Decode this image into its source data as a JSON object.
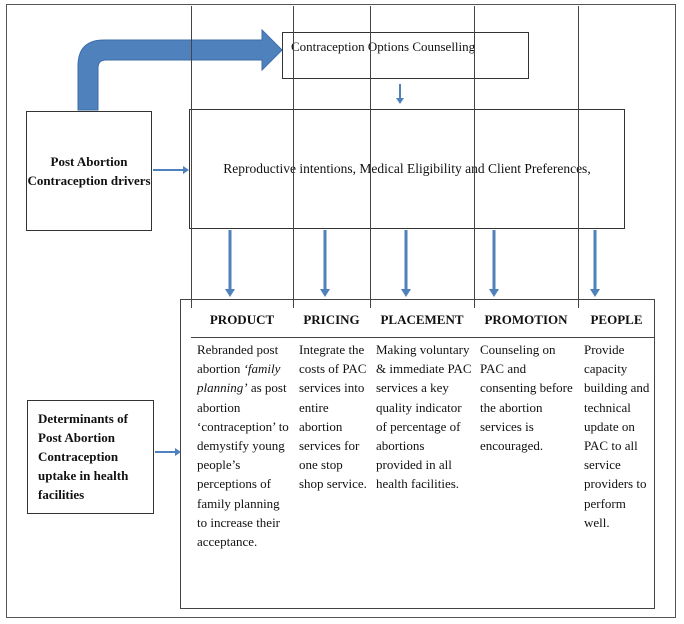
{
  "top_box": {
    "label": "Contraception Options Counselling"
  },
  "center_box": {
    "label": "Reproductive intentions, Medical Eligibility and Client Preferences,"
  },
  "left_top_box": {
    "label": "Post Abortion Contraception drivers"
  },
  "left_bottom_box": {
    "label": "Determinants of Post Abortion Contraception uptake in health facilities"
  },
  "table": {
    "columns": [
      {
        "header": "PRODUCT",
        "body_pre": "Rebranded post abortion ",
        "body_italic": "‘family planning’",
        "body_post": " as post abortion ‘contraception’ to demystify young people’s perceptions of family planning  to increase their acceptance."
      },
      {
        "header": "PRICING",
        "body_pre": "Integrate the costs of PAC services into entire abortion services for one stop shop service.",
        "body_italic": "",
        "body_post": ""
      },
      {
        "header": "PLACEMENT",
        "body_pre": "Making voluntary & immediate PAC services a key quality indicator of percentage of abortions provided in all health facilities.",
        "body_italic": "",
        "body_post": ""
      },
      {
        "header": "PROMOTION",
        "body_pre": "Counseling on PAC and consenting before the abortion services is encouraged.",
        "body_italic": "",
        "body_post": ""
      },
      {
        "header": "PEOPLE",
        "body_pre": "Provide capacity building and technical update on PAC to all service providers to perform well.",
        "body_italic": "",
        "body_post": ""
      }
    ]
  },
  "colors": {
    "arrow": "#4f81bd",
    "arrow_dark": "#3a6ea8",
    "border": "#333333"
  }
}
